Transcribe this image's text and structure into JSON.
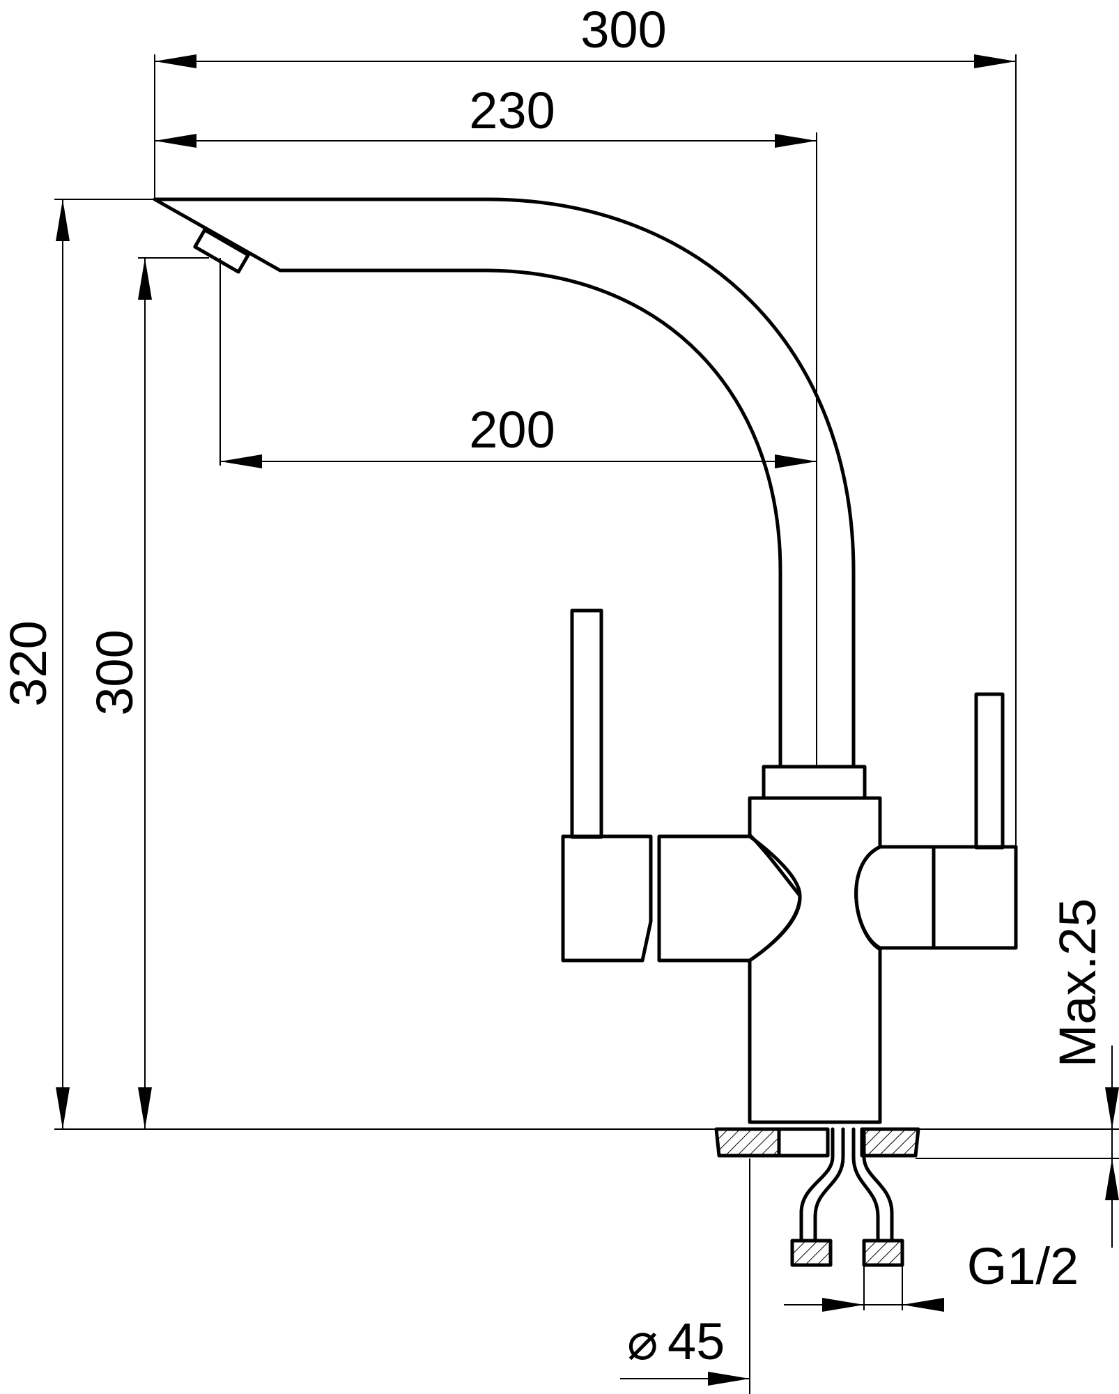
{
  "drawing": {
    "dimensions": {
      "overall_reach": "300",
      "spout_reach": "230",
      "aerator_reach": "200",
      "overall_height": "320",
      "spout_height": "300",
      "max_counter_thickness": "Max.25",
      "connection_thread": "G1/2",
      "mounting_hole": "45",
      "diameter_symbol": "⌀"
    },
    "line_color": "#000000",
    "background_color": "#ffffff"
  }
}
